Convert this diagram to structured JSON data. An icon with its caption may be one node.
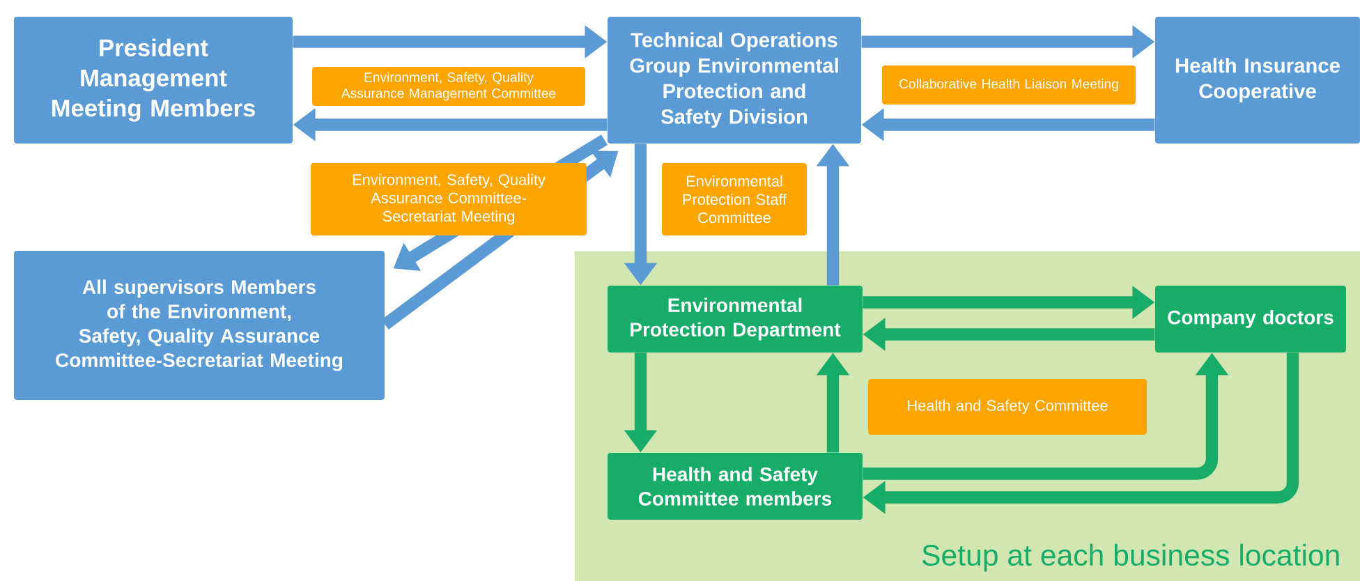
{
  "diagram": {
    "nodes": [
      {
        "text": [
          "President Management Meeting Members"
        ]
      },
      {
        "text": [
          "Technical Operations Group Environmental Protection and Safety Division"
        ]
      },
      {
        "text": [
          "Health Insurance Cooperative"
        ]
      },
      {
        "text": [
          "All supervisors Members of the Environment, Safety, Quality Assurance Committee-Secretariat Meeting"
        ]
      },
      {
        "text": [
          "Setup at each business location"
        ]
      },
      {
        "text": [
          "Environmental Protection Department"
        ],
        "in": 4
      },
      {
        "text": [
          "Company doctors"
        ],
        "in": 4
      },
      {
        "text": [
          "Health and Safety Committee members"
        ],
        "in": 4
      }
    ],
    "edges": [
      {
        "from": 0,
        "to": 1,
        "arrow": "to",
        "label": "Environment, Safety, Quality Assurance Management Committee"
      },
      {
        "from": 1,
        "to": 0,
        "arrow": "to"
      },
      {
        "from": 1,
        "to": 2,
        "arrow": "to",
        "label": "Collaborative Health Liaison Meeting"
      },
      {
        "from": 2,
        "to": 1,
        "arrow": "to"
      },
      {
        "from": 1,
        "to": 3,
        "arrow": "to",
        "label": "Environment, Safety, Quality Assurance Committee-Secretariat Meeting"
      },
      {
        "from": 3,
        "to": 1,
        "arrow": "to"
      },
      {
        "from": 1,
        "to": 5,
        "arrow": "to",
        "label": "Environmental Protection Staff Committee"
      },
      {
        "from": 5,
        "to": 1,
        "arrow": "to"
      },
      {
        "from": 5,
        "to": 6,
        "arrow": "to",
        "color": "#17ad68"
      },
      {
        "from": 6,
        "to": 5,
        "arrow": "to",
        "color": "#17ad68"
      },
      {
        "from": 5,
        "to": 7,
        "arrow": "to",
        "color": "#17ad68"
      },
      {
        "from": 7,
        "to": 5,
        "arrow": "to",
        "color": "#17ad68"
      },
      {
        "from": 7,
        "to": 6,
        "arrow": "to",
        "color": "#17ad68",
        "label": "Health and Safety Committee"
      },
      {
        "from": 6,
        "to": 7,
        "arrow": "to",
        "color": "#17ad68"
      }
    ]
  }
}
